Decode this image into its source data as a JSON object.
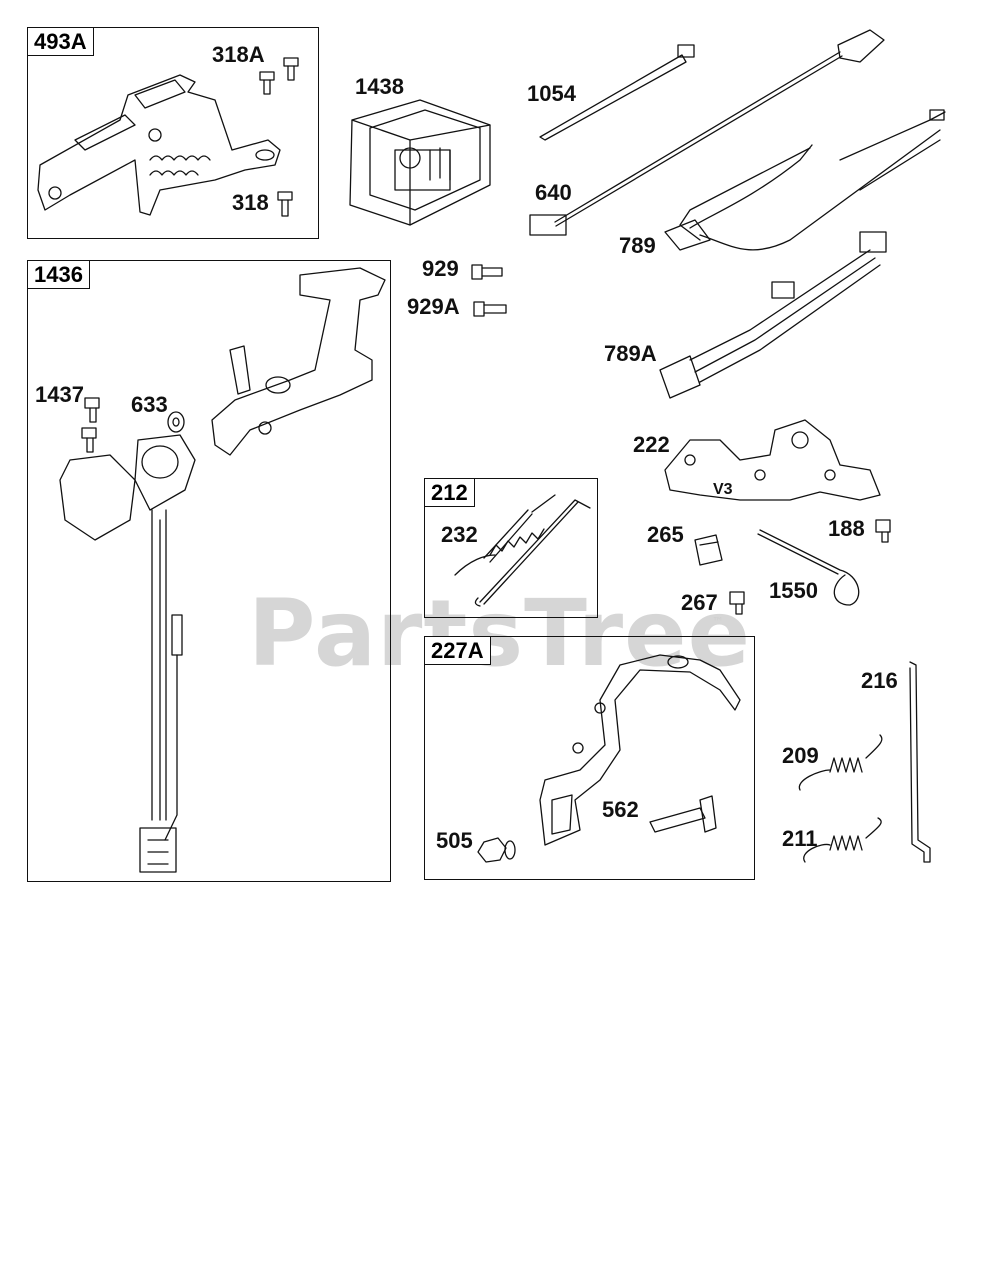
{
  "watermark": {
    "text": "PartsTree",
    "trademark": "™"
  },
  "groups": {
    "g493A": "493A",
    "g1436": "1436",
    "g212": "212",
    "g227A": "227A"
  },
  "labels": {
    "p318A": "318A",
    "p318": "318",
    "p1438": "1438",
    "p1054": "1054",
    "p640": "640",
    "p789": "789",
    "p929": "929",
    "p929A": "929A",
    "p789A": "789A",
    "p1437": "1437",
    "p633": "633",
    "p222": "222",
    "p232": "232",
    "p265": "265",
    "p188": "188",
    "p267": "267",
    "p1550": "1550",
    "p216": "216",
    "p209": "209",
    "p562": "562",
    "p505": "505",
    "p211": "211",
    "v3": "V3"
  }
}
